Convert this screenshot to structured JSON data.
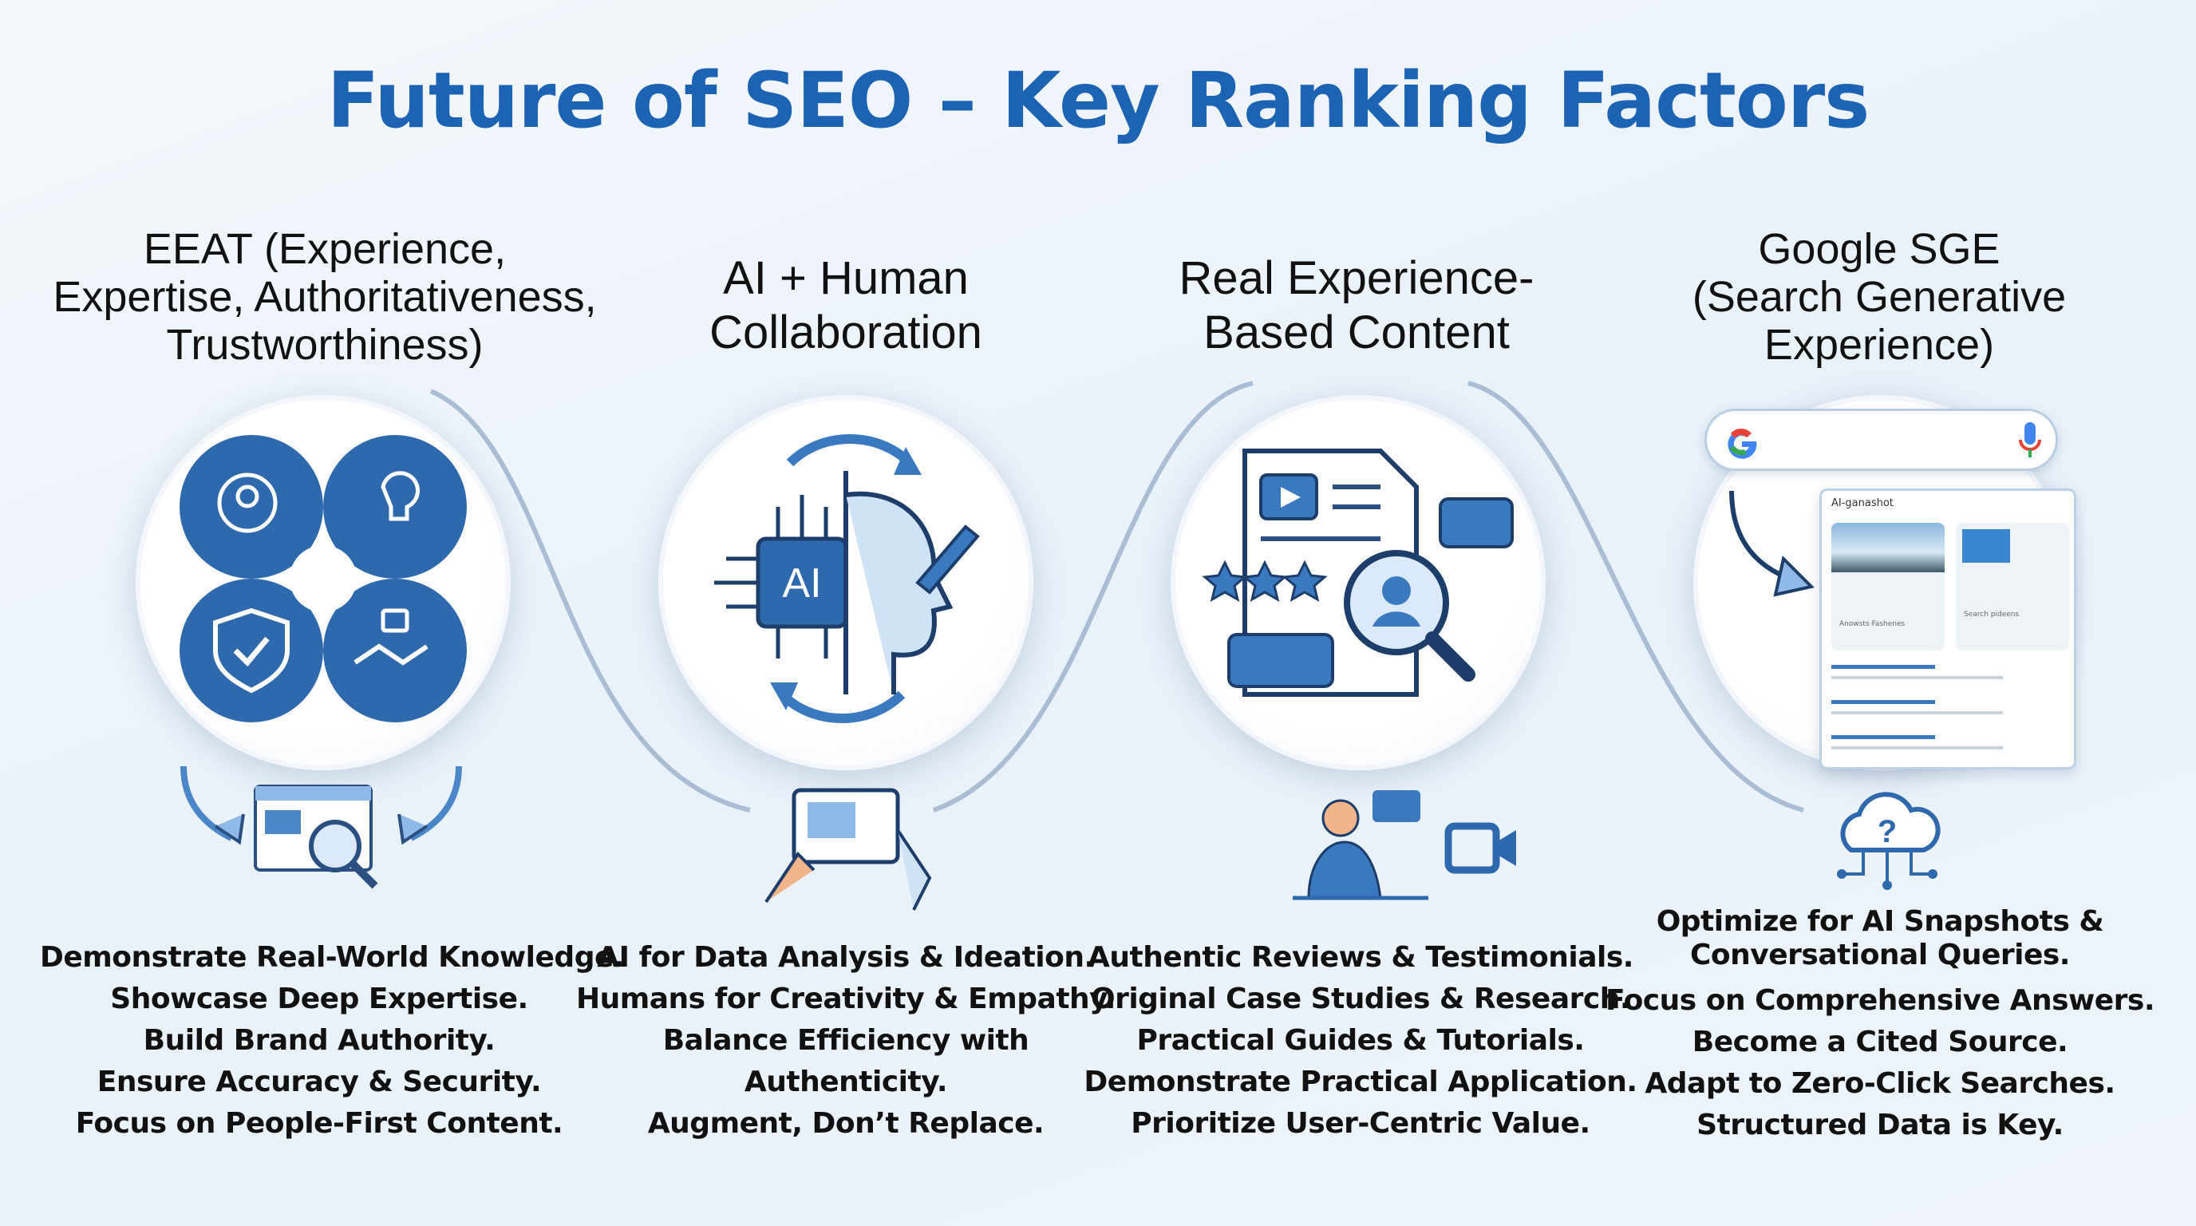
{
  "title": "Future of SEO – Key Ranking Factors",
  "colors": {
    "title": "#1c63b3",
    "accent": "#2f6db5",
    "light_accent": "#8fb9e6",
    "text": "#111111"
  },
  "columns": [
    {
      "heading": [
        "EEAT (Experience,",
        "Expertise, Authoritativeness,",
        "Trustworthiness)"
      ],
      "icons": [
        "gear-user-icon",
        "lightbulb-head-icon",
        "shield-check-icon",
        "handshake-lock-icon",
        "browser-magnifier-icon"
      ],
      "points": [
        "Demonstrate Real-World Knowledge.",
        "Showcase Deep Expertise.",
        "Build Brand Authority.",
        "Ensure Accuracy & Security.",
        "Focus on People-First Content."
      ]
    },
    {
      "heading": [
        "AI + Human",
        "Collaboration"
      ],
      "icons": [
        "ai-chip-icon",
        "human-head-pen-icon",
        "tablet-hands-icon"
      ],
      "points": [
        "AI for Data Analysis & Ideation.",
        "Humans for Creativity & Empathy.",
        "Balance Efficiency with",
        "Authenticity.",
        "Augment, Don’t Replace."
      ]
    },
    {
      "heading": [
        "Real Experience-",
        "Based Content"
      ],
      "icons": [
        "document-video-icon",
        "star-rating-icon",
        "chat-bubble-icon",
        "magnifier-user-icon",
        "person-video-call-icon"
      ],
      "points": [
        "Authentic Reviews & Testimonials.",
        "Original Case Studies & Research.",
        "Practical Guides & Tutorials.",
        "Demonstrate Practical Application.",
        "Prioritize User-Centric Value."
      ]
    },
    {
      "heading": [
        "Google SGE",
        "(Search Generative",
        "Experience)"
      ],
      "icons": [
        "google-search-bar-icon",
        "microphone-icon",
        "cloud-question-icon"
      ],
      "sge_panel": {
        "label": "AI-ganashot",
        "card1_source": "Anowsts Fashenes",
        "card2_source": "Search pideens"
      },
      "points": [
        "Optimize for AI Snapshots &",
        "Conversational Queries.",
        "Focus on Comprehensive Answers.",
        "Become a Cited Source.",
        "Adapt to Zero-Click Searches.",
        "Structured Data is Key."
      ]
    }
  ]
}
